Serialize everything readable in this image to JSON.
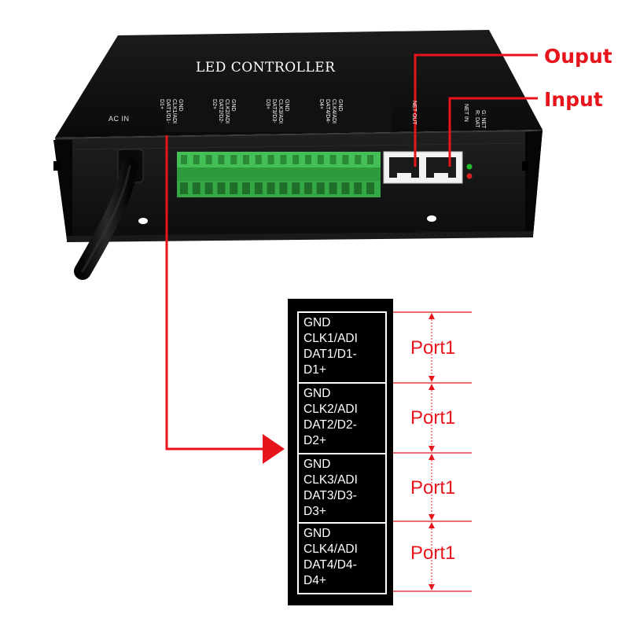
{
  "device": {
    "title": "LED CONTROLLER",
    "ac_in_label": "AC IN",
    "terminal_silkscreen": [
      [
        "GND",
        "CLK1/ADI",
        "DAT1/D1-",
        "D1+"
      ],
      [
        "GND",
        "CLK2/ADI",
        "DAT2/D2-",
        "D2+"
      ],
      [
        "GND",
        "CLK3/ADI",
        "DAT3/D3-",
        "D3+"
      ],
      [
        "GND",
        "CLK4/ADI",
        "DAT4/D4-",
        "D4+"
      ]
    ],
    "net_out_label": "NET OUT",
    "net_in_label": "NET IN",
    "led_legend": [
      "G: NET",
      "R: DAT"
    ]
  },
  "callouts": {
    "output": "Ouput",
    "input": "Input"
  },
  "pinout": [
    {
      "pins": [
        "GND",
        "CLK1/ADI",
        "DAT1/D1-",
        "D1+"
      ],
      "port_label": "Port1"
    },
    {
      "pins": [
        "GND",
        "CLK2/ADI",
        "DAT2/D2-",
        "D2+"
      ],
      "port_label": "Port1"
    },
    {
      "pins": [
        "GND",
        "CLK3/ADI",
        "DAT3/D3-",
        "D3+"
      ],
      "port_label": "Port1"
    },
    {
      "pins": [
        "GND",
        "CLK4/ADI",
        "DAT4/D4-",
        "D4+"
      ],
      "port_label": "Port1"
    }
  ],
  "colors": {
    "accent_red": "#e8141b",
    "terminal_green": "#3bb54a",
    "device_black": "#141414",
    "led_green": "#22c02a",
    "led_red": "#d81e1e"
  }
}
